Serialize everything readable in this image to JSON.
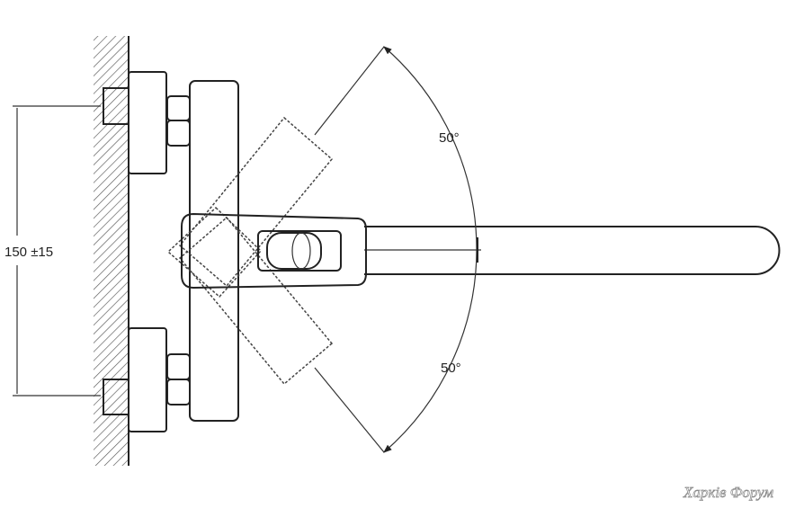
{
  "diagram": {
    "title": "Wall-mounted faucet installation dimensions",
    "dimension_label": "150 ±15",
    "angle_upper_label": "50°",
    "angle_lower_label": "50°",
    "watermark": "Харків Форум"
  }
}
